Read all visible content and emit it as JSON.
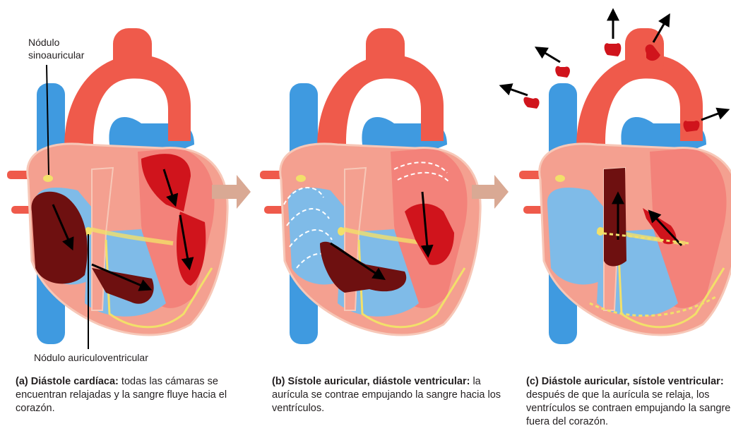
{
  "labels": {
    "sinoatrial": "Nódulo sinoauricular",
    "atrioventricular": "Nódulo auriculoventricular"
  },
  "panels": [
    {
      "id": "a",
      "letter": "(a)",
      "title": "Diástole cardíaca:",
      "text": "todas las cámaras se encuentran relajadas y la sangre fluye hacia el corazón."
    },
    {
      "id": "b",
      "letter": "(b)",
      "title": "Sístole auricular, diástole ventricular:",
      "text": "la aurícula se contrae empujando la sangre hacia los ventrículos."
    },
    {
      "id": "c",
      "letter": "(c)",
      "title": "Diástole auricular, sístole ventricular:",
      "text": "después de que la aurícula se relaja, los ventrículos se contraen empujando la sangre fuera del corazón."
    }
  ],
  "colors": {
    "vein_blue": "#3f9ae0",
    "artery_red": "#ef5a4b",
    "muscle_pink": "#f4a090",
    "dark_blood": "#6e1010",
    "bright_blood": "#d0141c",
    "node_yellow": "#f2e06a",
    "flow_arrow": "#d9a994"
  }
}
